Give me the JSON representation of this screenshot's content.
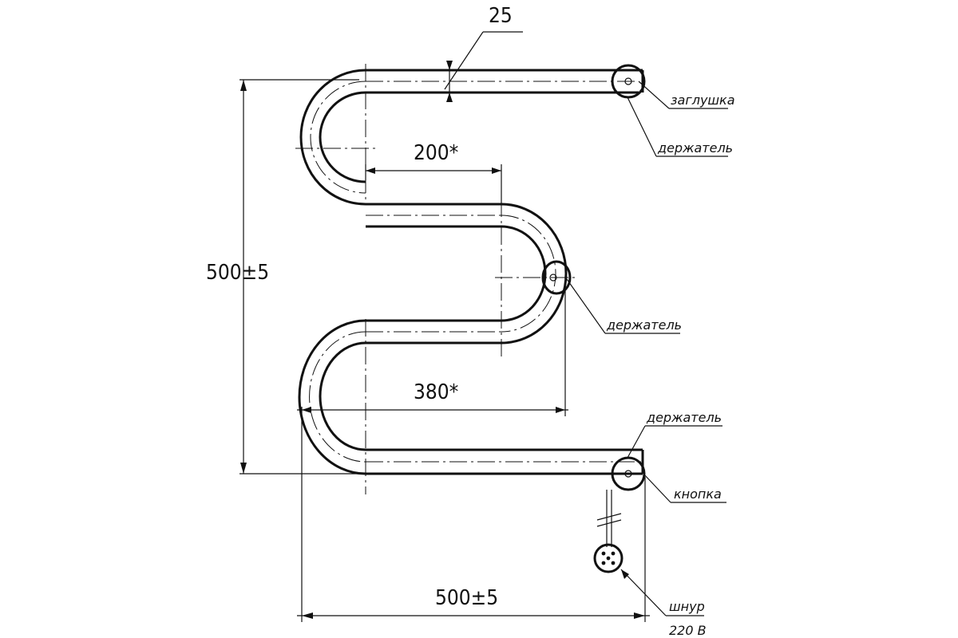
{
  "dimensions": {
    "pipe_diameter": "25",
    "inner_width": "200*",
    "outer_width": "380*",
    "height": "500±5",
    "total_width": "500±5"
  },
  "callouts": {
    "plug": "заглушка",
    "holder_top": "держатель",
    "holder_middle": "держатель",
    "holder_bottom": "держатель",
    "button": "кнопка",
    "cord": "шнур",
    "voltage": "220 В"
  }
}
